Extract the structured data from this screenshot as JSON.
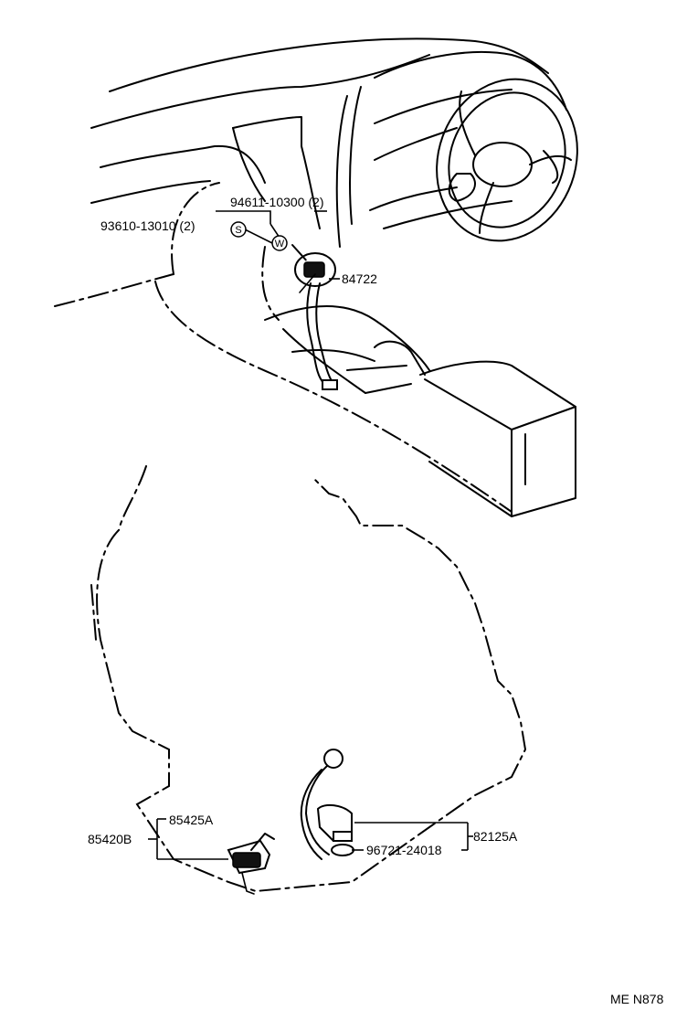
{
  "labels": {
    "bolt_w": "94611-10300 (2)",
    "screw_s": "93610-13010 (2)",
    "switch": "84722",
    "sensor": "85425A",
    "sensor_group": "85420B",
    "sensor_cable": "82125A",
    "oring": "96721-24018",
    "code": "ME N878"
  },
  "callouts": {
    "w": "W",
    "s": "S"
  }
}
